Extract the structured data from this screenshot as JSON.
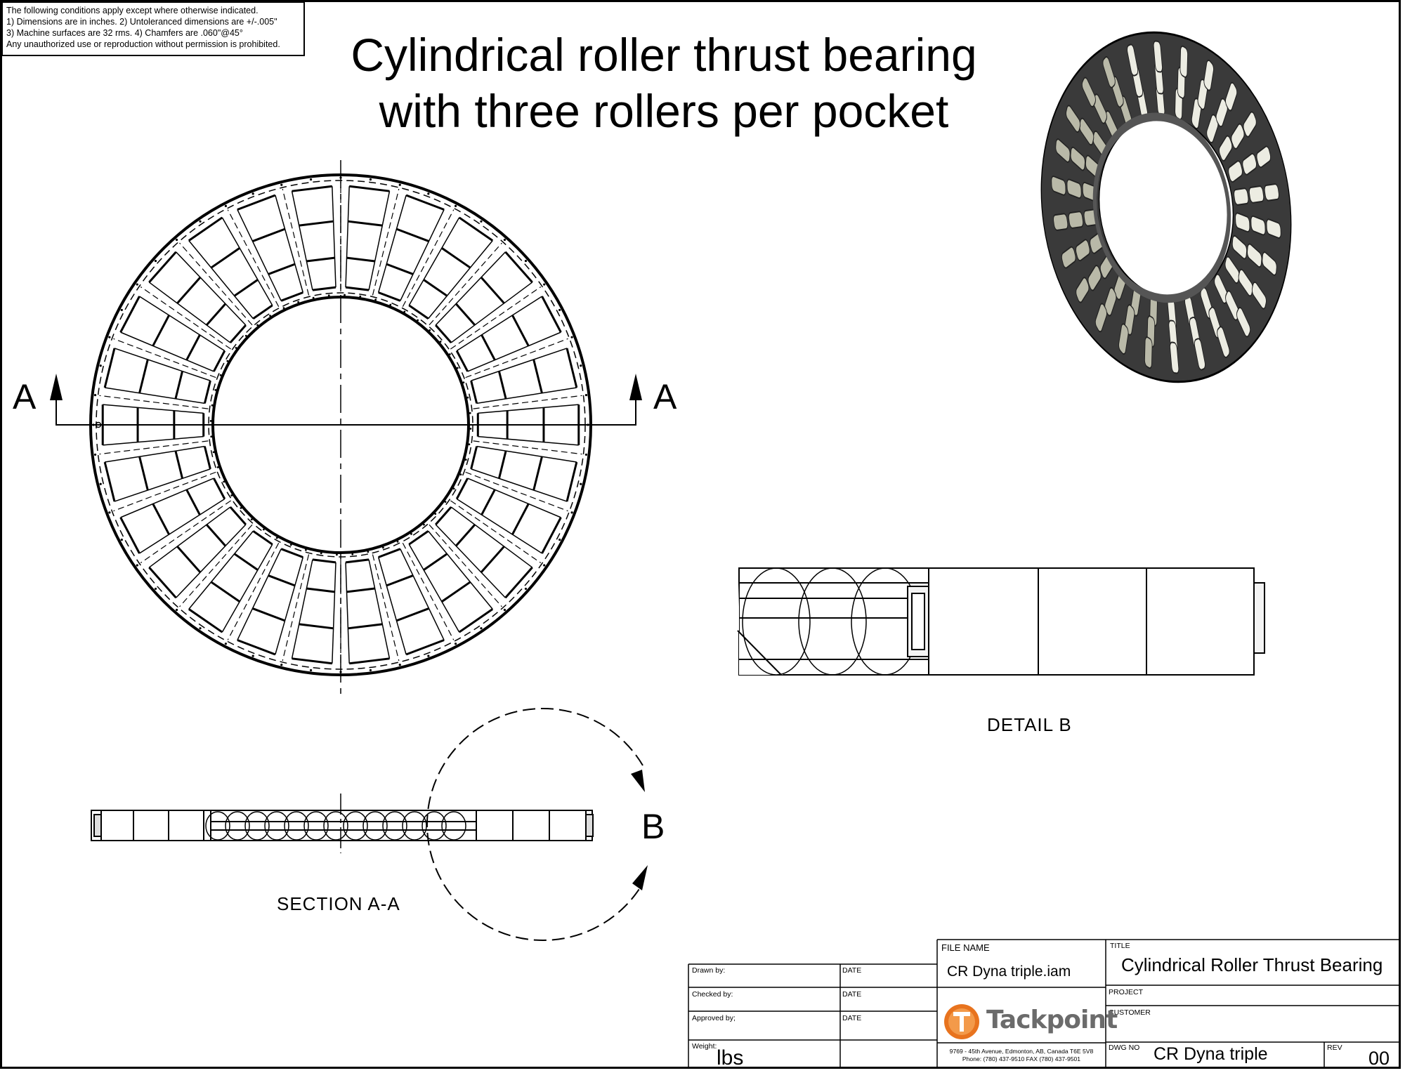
{
  "notes": {
    "line1": "The following conditions apply except where otherwise indicated.",
    "line2": "1) Dimensions are in inches.  2) Untoleranced dimensions are +/-.005\"",
    "line3": "3) Machine surfaces are 32 rms.  4) Chamfers are .060\"@45°",
    "line4": "Any unauthorized use or reproduction without permission is prohibited."
  },
  "drawing_title": {
    "line1": "Cylindrical roller thrust bearing",
    "line2": "with three rollers per pocket"
  },
  "section_markers": {
    "left": "A",
    "right": "A",
    "detail": "B"
  },
  "captions": {
    "section": "SECTION  A-A",
    "detail": "DETAIL  B"
  },
  "title_block": {
    "drawn_by_label": "Drawn by:",
    "checked_by_label": "Checked by:",
    "approved_by_label": "Approved by;",
    "weight_label": "Weight:",
    "weight_value": "lbs",
    "date_label": "DATE",
    "file_name_label": "FILE NAME",
    "file_name": "CR Dyna triple.iam",
    "title_label": "TITLE",
    "title_value": "Cylindrical Roller Thrust Bearing",
    "project_label": "PROJECT",
    "customer_label": "CUSTOMER",
    "dwg_no_label": "DWG NO",
    "dwg_no": "CR Dyna triple",
    "rev_label": "REV",
    "rev_value": "00",
    "company": "Tackpoint",
    "address": "9769 - 45th Avenue, Edmonton, AB, Canada T6E 5V8",
    "phone": "Phone: (780) 437-9510      FAX (780) 437-9501"
  },
  "colors": {
    "logo_orange": "#e8731e",
    "logo_text": "#6b6b6b",
    "render_dark": "#3a3a3a",
    "render_roller": "#e9e9df"
  }
}
